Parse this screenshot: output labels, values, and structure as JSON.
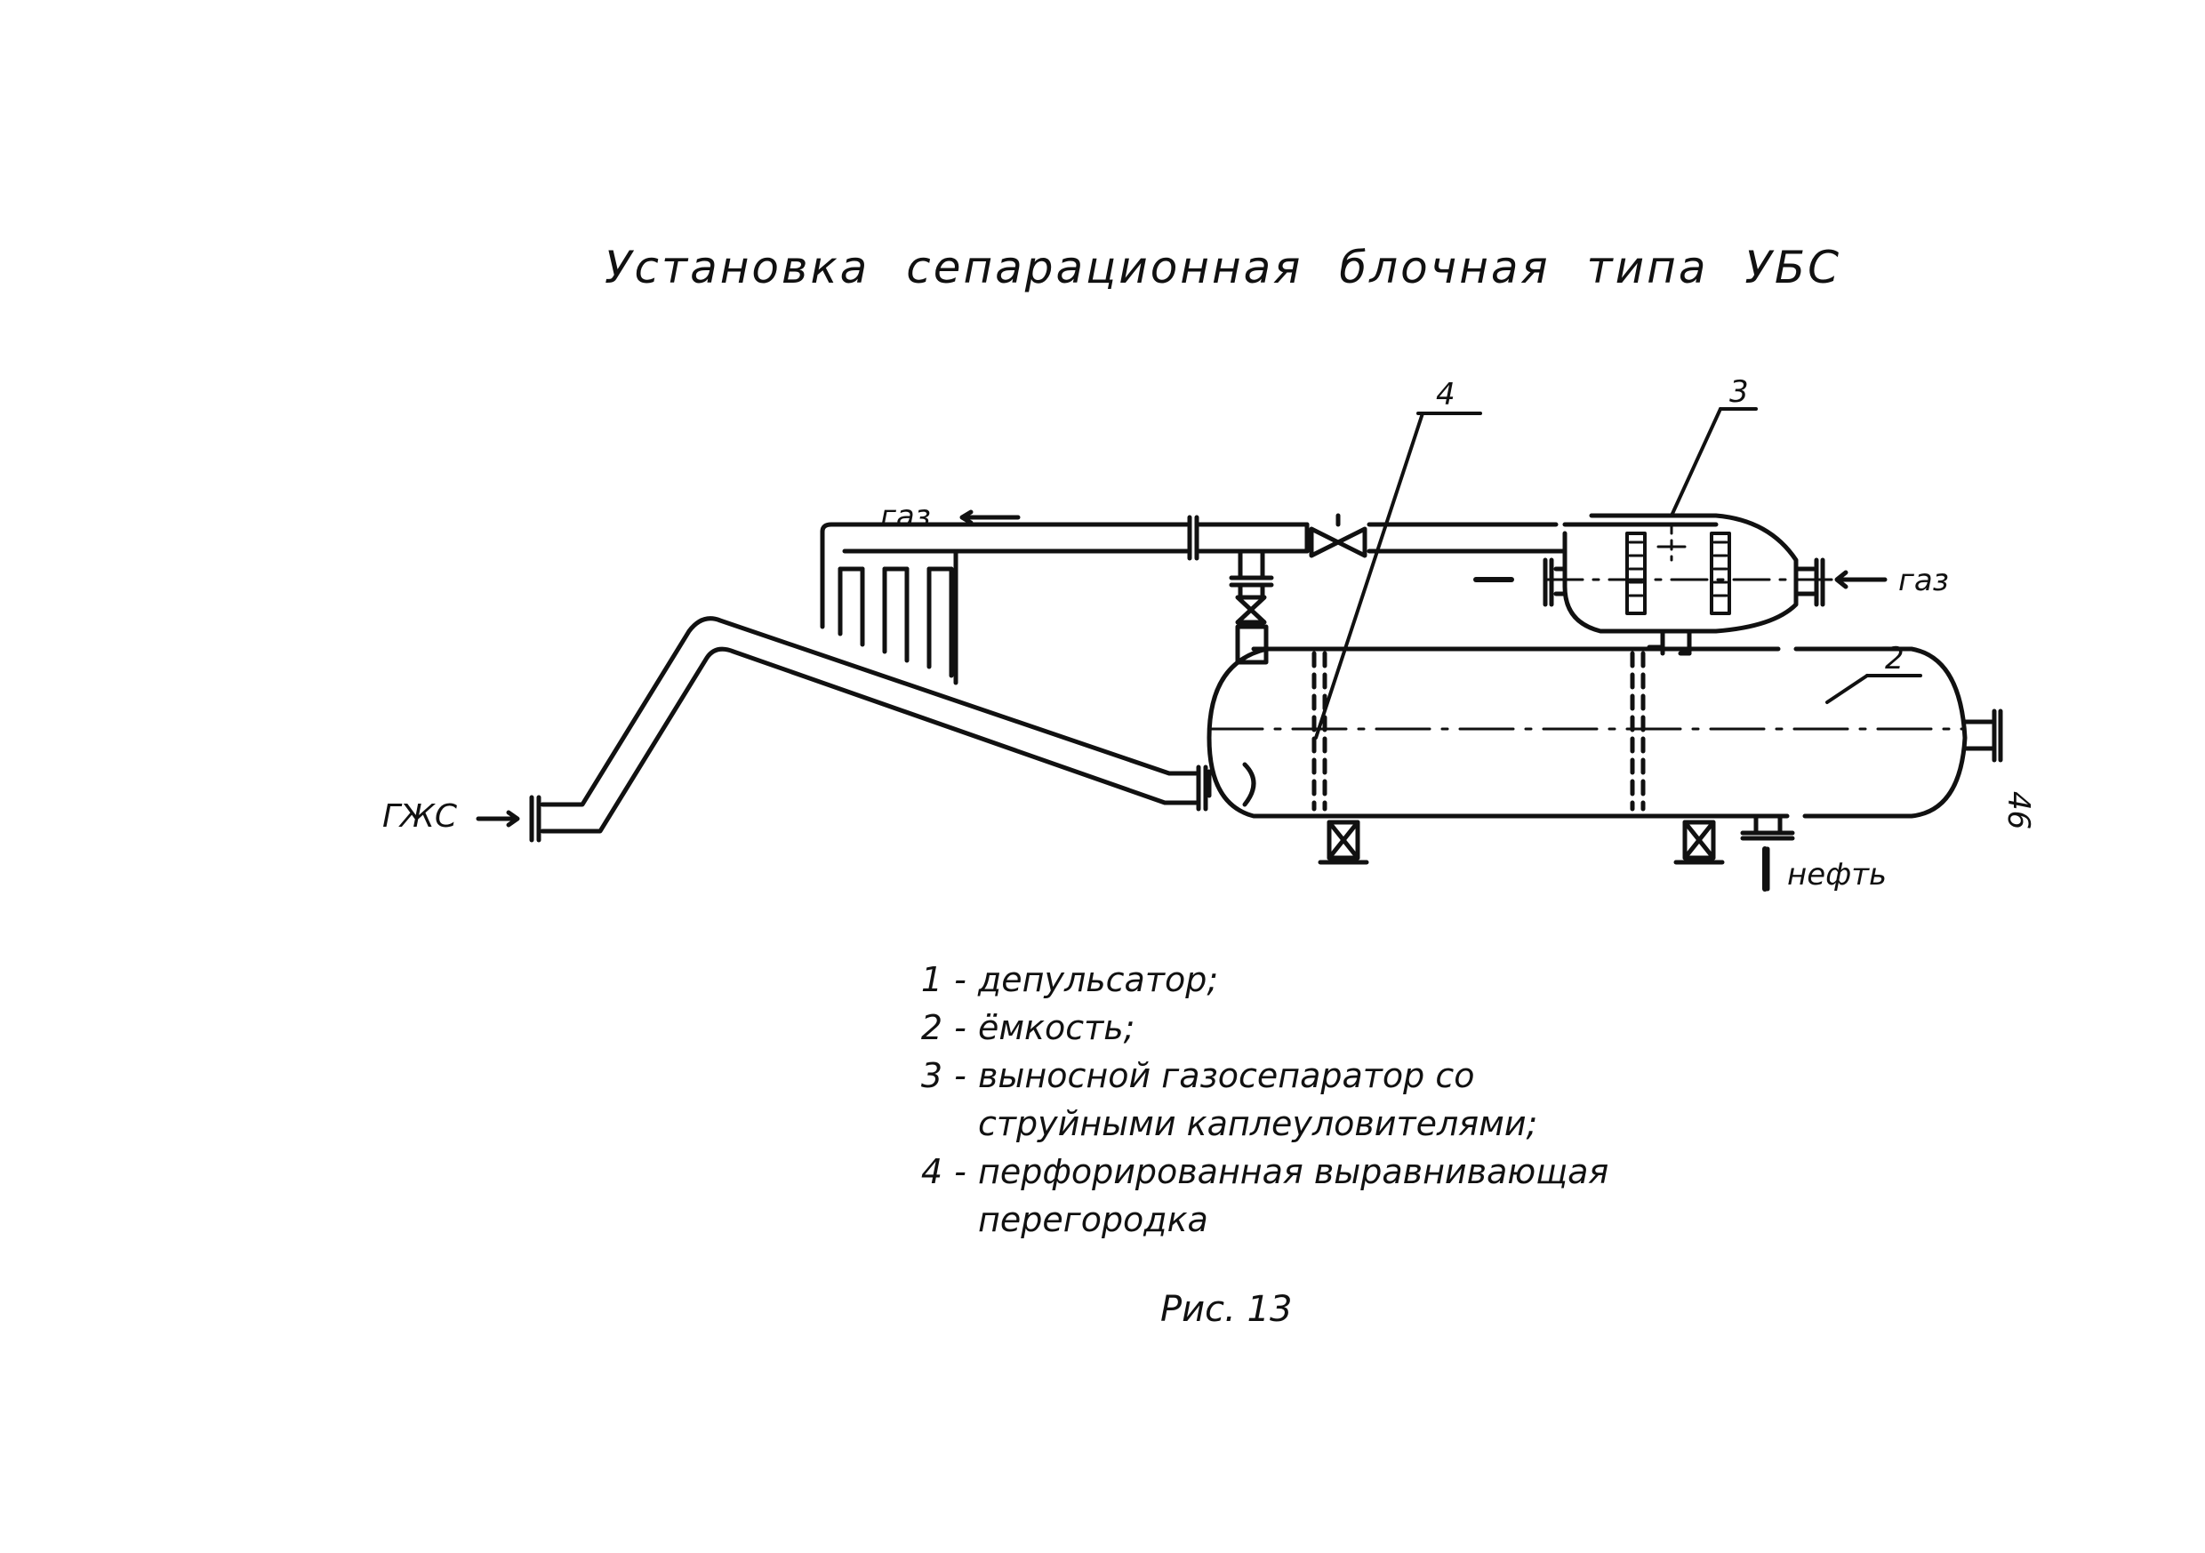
{
  "title": "Установка сепарационная блочная типа УБС",
  "page_number": "46",
  "diagram": {
    "labels": {
      "gas_top": "газ",
      "gas_right": "газ",
      "gzhs": "ГЖС",
      "oil": "нефть",
      "callout_4": "4",
      "callout_3": "3",
      "callout_2": "2"
    }
  },
  "legend": [
    {
      "num": "1",
      "lines": [
        "депульсатор;"
      ]
    },
    {
      "num": "2",
      "lines": [
        "ёмкость;"
      ]
    },
    {
      "num": "3",
      "lines": [
        "выносной газосепаратор со",
        "струйными каплеуловителями;"
      ]
    },
    {
      "num": "4",
      "lines": [
        "перфорированная выравнивающая",
        "перегородка"
      ]
    }
  ],
  "caption": "Рис. 13",
  "colors": {
    "ink": "#111111",
    "paper": "#ffffff"
  }
}
